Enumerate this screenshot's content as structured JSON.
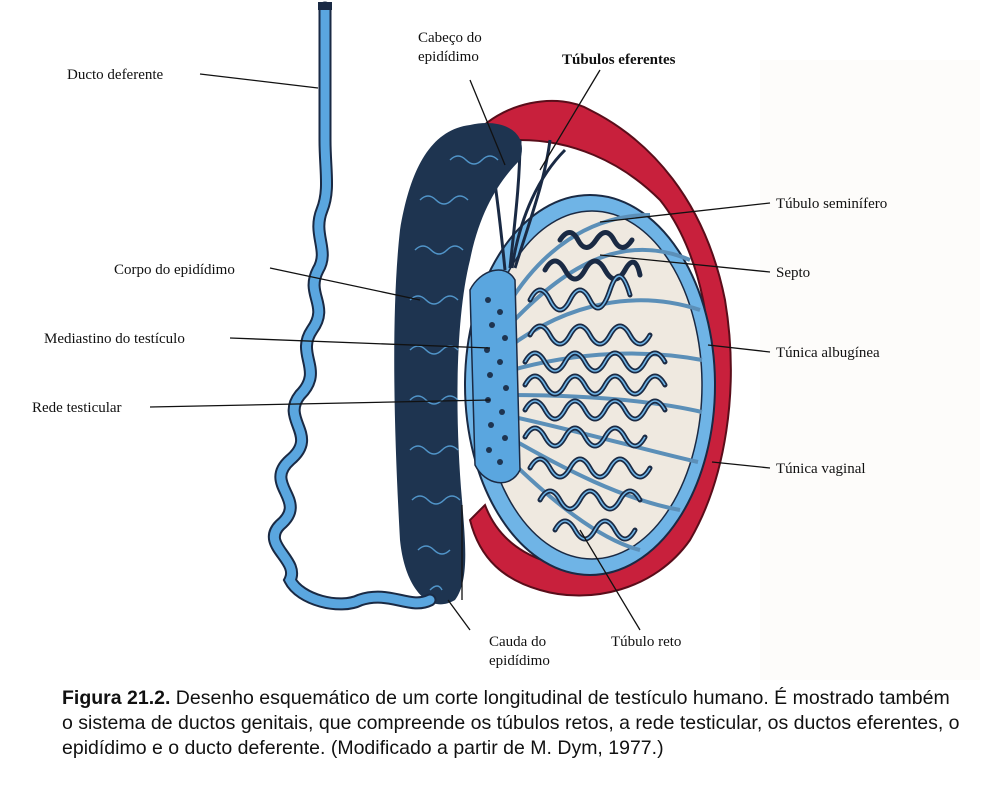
{
  "labels": {
    "ducto_deferente": "Ducto deferente",
    "cabeca_line1": "Cabeço do",
    "cabeca_line2": "epidídimo",
    "tubulos_eferentes": "Túbulos eferentes",
    "tubulo_seminifero": "Túbulo seminífero",
    "septo": "Septo",
    "corpo_epididimo": "Corpo do epidídimo",
    "mediastino": "Mediastino do testículo",
    "tunica_albuginea": "Túnica albugínea",
    "rede_testicular": "Rede testicular",
    "tunica_vaginal": "Túnica vaginal",
    "cauda_line1": "Cauda do",
    "cauda_line2": "epidídimo",
    "tubulo_reto": "Túbulo reto"
  },
  "caption": {
    "figure_label": "Figura 21.2.",
    "text": " Desenho esquemático de um corte longitudinal de testículo humano. É mostrado também o sistema de ductos genitais, que compreende os túbulos retos, a rede testicular, os ductos eferentes, o epidídimo e o ducto deferente. (Modificado a partir de M. Dym, 1977.)"
  },
  "colors": {
    "ductus_blue": "#5aa6df",
    "duct_outline": "#1a2a44",
    "tunica_vaginal_red": "#c8203c",
    "albuginea_blue": "#6fb4e6",
    "lobule_fill": "#efe9e0",
    "epididymis_dark": "#1e3450"
  }
}
